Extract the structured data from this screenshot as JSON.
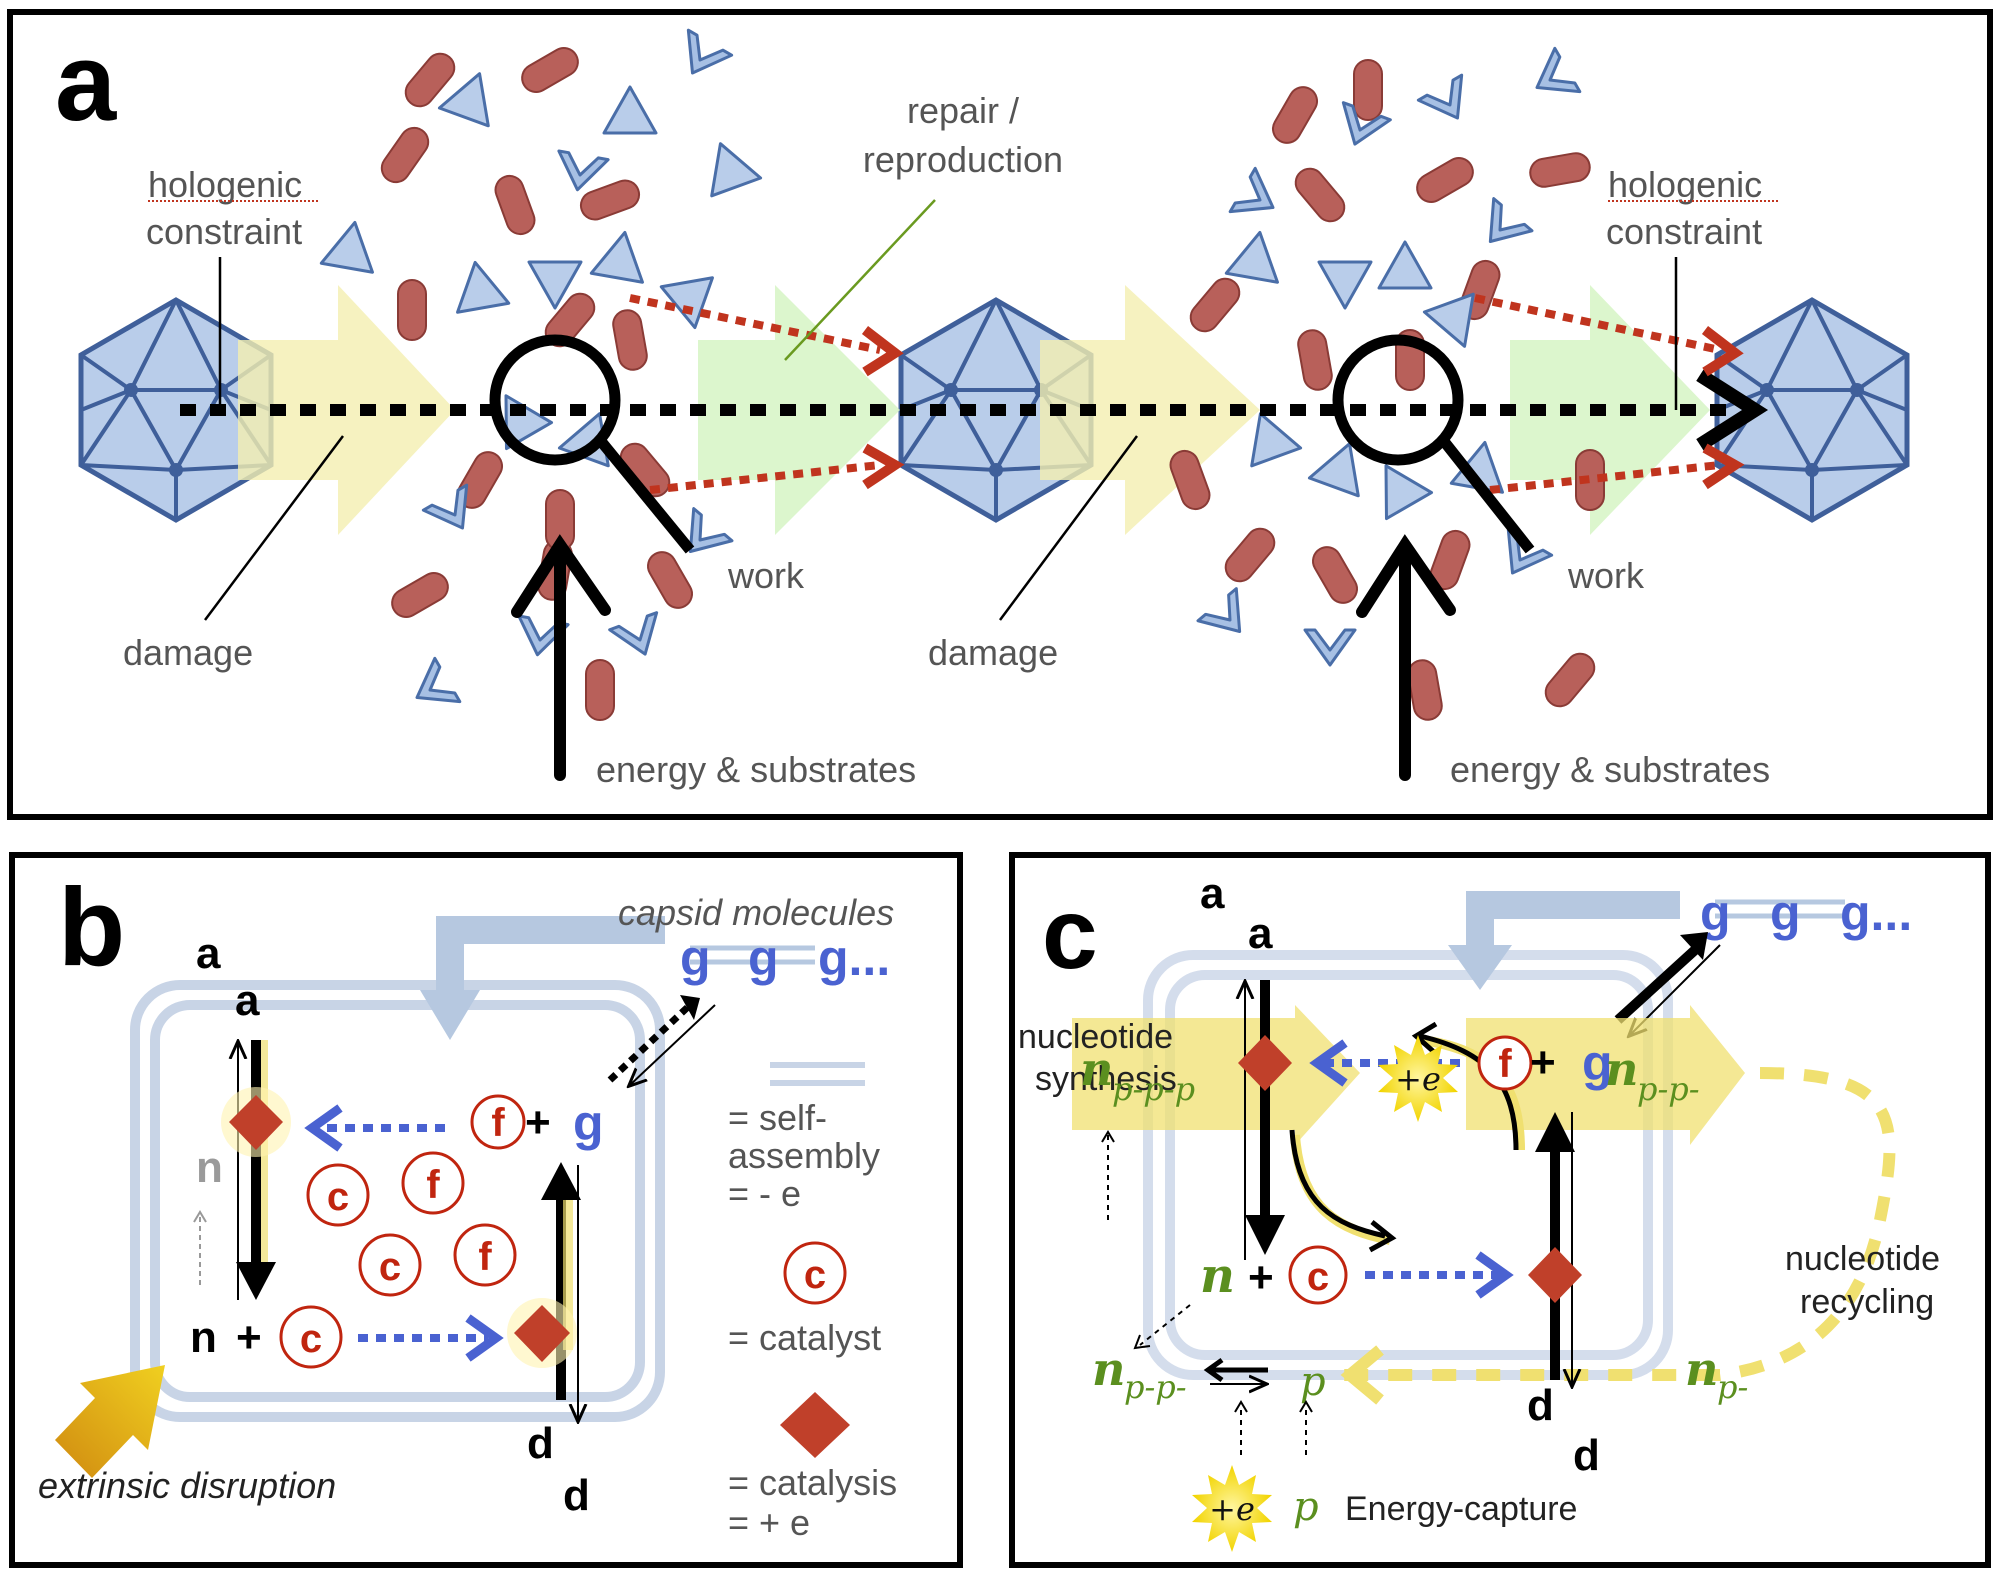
{
  "figure": {
    "panels": {
      "a": {
        "letter": "a",
        "labels": {
          "hologenic_left": "hologenic",
          "constraint_left": "constraint",
          "repair_line1": "repair /",
          "repair_line2": "reproduction",
          "hologenic_right": "hologenic",
          "constraint_right": "constraint",
          "work_left": "work",
          "work_right": "work",
          "damage_left": "damage",
          "damage_right": "damage",
          "energy_left": "energy & substrates",
          "energy_right": "energy & substrates"
        }
      },
      "b": {
        "letter": "b",
        "capsid_label": "capsid molecules",
        "chain": [
          "g",
          "g",
          "g..."
        ],
        "a_outer": "a",
        "a_inner": "a",
        "n_faded": "n",
        "n": "n",
        "plus": "+",
        "g": "g",
        "d_inner": "d",
        "d_outer": "d",
        "circled": [
          "c",
          "f",
          "c",
          "f",
          "c",
          "f"
        ],
        "extrinsic": "extrinsic disruption",
        "legend": {
          "self_assembly_1": "= self-",
          "self_assembly_2": "assembly",
          "self_assembly_3": "= - e",
          "catalyst_symbol": "c",
          "catalyst": "= catalyst",
          "catalysis": "= catalysis",
          "catalysis_e": "= + e"
        }
      },
      "c": {
        "letter": "c",
        "chain": [
          "g",
          "g",
          "g..."
        ],
        "a_outer": "a",
        "a_inner": "a",
        "nucleotide_synthesis_1": "nucleotide",
        "nucleotide_synthesis_2": "synthesis",
        "n_ppp": "n",
        "n_ppp_sub": "p-p-p",
        "n_pp_right": "n",
        "n_pp_right_sub": "p-p-",
        "plus_e_center": "+e",
        "f": "f",
        "plus": "+",
        "g": "g",
        "n": "n",
        "c": "c",
        "d_inner": "d",
        "d_outer": "d",
        "nucleotide_recycling_1": "nucleotide",
        "nucleotide_recycling_2": "recycling",
        "n_pp_left": "n",
        "n_pp_left_sub": "p-p-",
        "p_right": "p",
        "n_p": "n",
        "n_p_sub": "p-",
        "plus_e_bottom": "+e",
        "p_bottom": "p",
        "energy_capture": "Energy-capture"
      }
    },
    "colors": {
      "capsid_fill": "#b9cdea",
      "capsid_stroke": "#3f5f9a",
      "protein_red": "#b8605a",
      "damage_arrow": "#f4efb0",
      "repair_arrow": "#d6f5c4",
      "catalysis_red": "#c0402a",
      "dotted_blue": "#4a62d1",
      "self_assembly": "#c8d4e6",
      "yellow": "#f0e070",
      "green_text": "#5b8f1f"
    }
  }
}
